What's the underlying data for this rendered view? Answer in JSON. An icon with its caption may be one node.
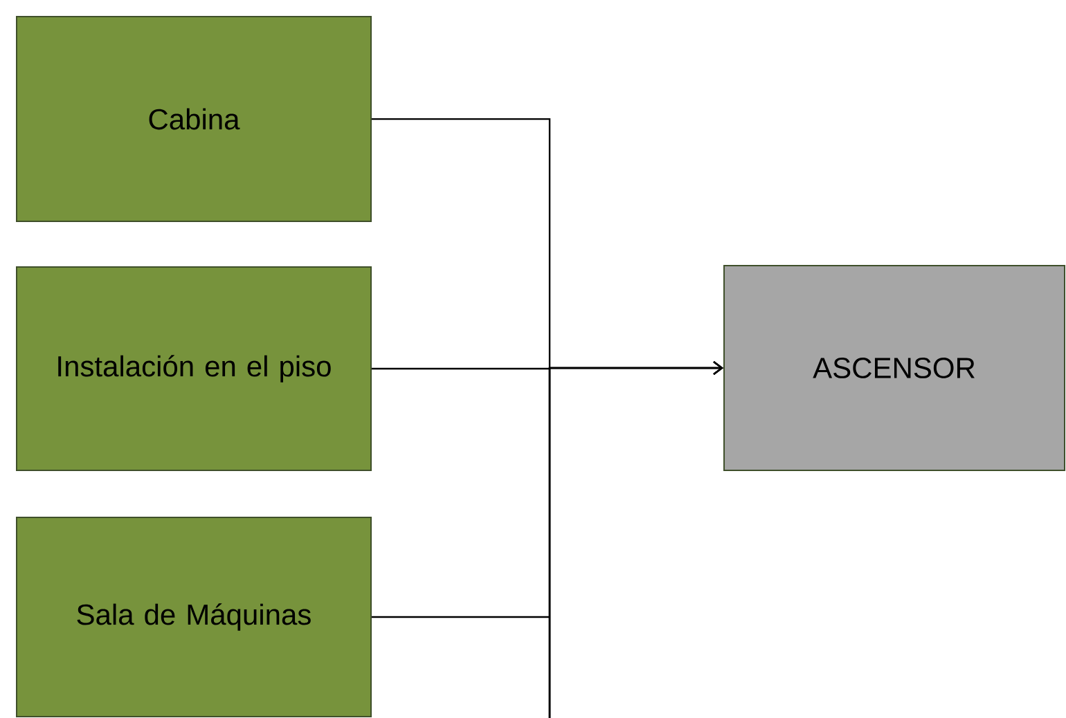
{
  "diagram": {
    "nodes": [
      {
        "text": [
          "Cabina"
        ]
      },
      {
        "text": [
          "Instalación en el piso"
        ]
      },
      {
        "text": [
          "Sala de Máquinas"
        ]
      },
      {
        "text": [
          "ASCENSOR"
        ]
      }
    ],
    "edges": [
      {
        "from": 0,
        "to": 3,
        "arrow": "to"
      },
      {
        "from": 1,
        "to": 3,
        "arrow": "to"
      },
      {
        "from": 2,
        "to": 3,
        "arrow": "to"
      }
    ]
  }
}
